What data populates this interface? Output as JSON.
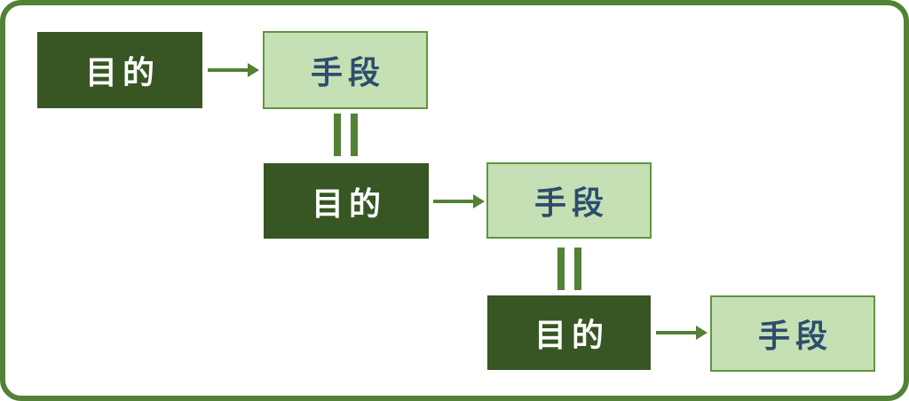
{
  "diagram": {
    "rows": [
      {
        "purpose": "目的",
        "means": "手段"
      },
      {
        "purpose": "目的",
        "means": "手段"
      },
      {
        "purpose": "目的",
        "means": "手段"
      }
    ],
    "connectors": {
      "arrow_count": 3,
      "equals_count": 2
    },
    "colors": {
      "frame_border": "#538135",
      "purpose_fill": "#375623",
      "purpose_text": "#ffffff",
      "means_fill": "#c5e0b4",
      "means_border": "#5f9540",
      "means_text": "#2d4d6e",
      "connector_green": "#538135",
      "background": "#ffffff"
    }
  }
}
